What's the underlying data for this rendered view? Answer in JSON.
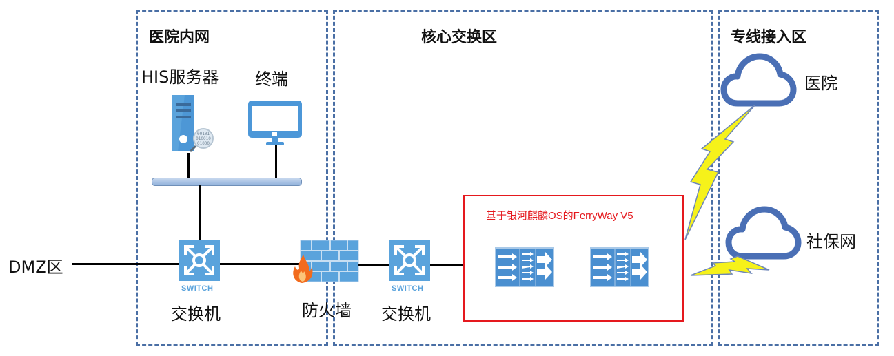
{
  "zones": {
    "hospital_intranet": {
      "title": "医院内网"
    },
    "core_switching": {
      "title": "核心交换区"
    },
    "dedicated_line": {
      "title": "专线接入区"
    }
  },
  "nodes": {
    "his_server": {
      "label": "HIS服务器",
      "icon": "server-icon"
    },
    "terminal": {
      "label": "终端",
      "icon": "monitor-icon"
    },
    "dmz": {
      "label": "DMZ区"
    },
    "switch_left": {
      "label": "交换机",
      "badge": "SWITCH",
      "icon": "switch-icon"
    },
    "firewall": {
      "label": "防火墙",
      "icon": "firewall-icon"
    },
    "switch_core": {
      "label": "交换机",
      "badge": "SWITCH",
      "icon": "switch-icon"
    },
    "ferryway": {
      "title": "基于银河麒麟OS的FerryWay V5",
      "devices": [
        "gateway-device-1",
        "gateway-device-2"
      ]
    },
    "cloud_hospital": {
      "label": "医院",
      "icon": "cloud-icon"
    },
    "cloud_social": {
      "label": "社保网",
      "icon": "cloud-icon"
    }
  },
  "colors": {
    "zone_border": "#4a6fa5",
    "device_blue": "#5aa3dc",
    "highlight_red": "#e5191e",
    "lightning": "#f6f21a"
  }
}
